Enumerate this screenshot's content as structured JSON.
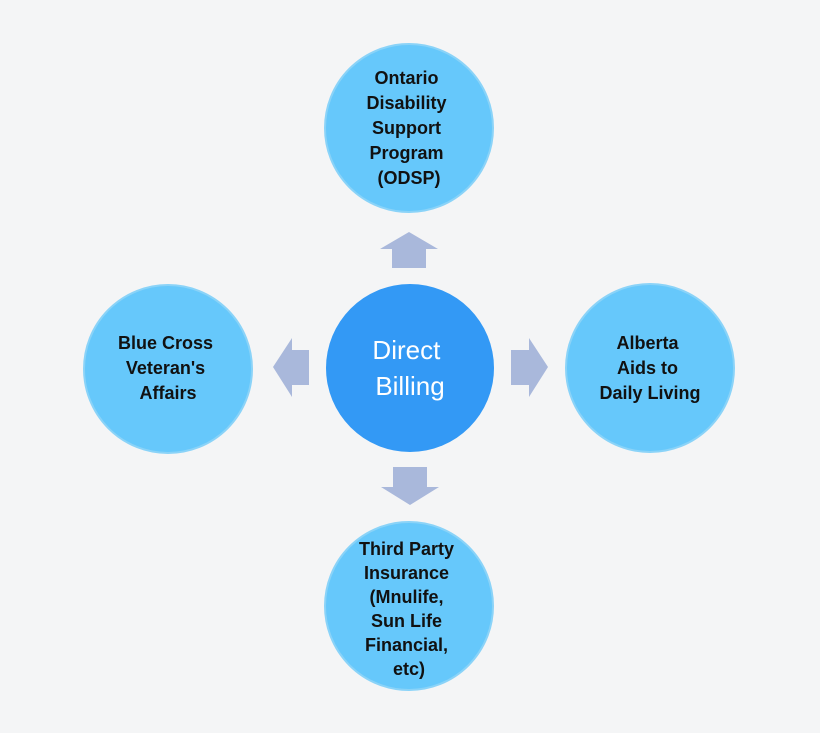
{
  "colors": {
    "background": "#f4f5f6",
    "center_fill": "#3399f5",
    "center_text": "#ffffff",
    "outer_fill": "#66c8fb",
    "outer_stroke": "#8ad3f8",
    "outer_text": "#111111",
    "arrow_fill": "#a9b8db"
  },
  "center": {
    "lines": [
      "Direct",
      "Billing"
    ]
  },
  "nodes": {
    "top": {
      "lines": [
        "Ontario",
        "Disability",
        "Support",
        "Program",
        "(ODSP)"
      ]
    },
    "left": {
      "lines": [
        "Blue Cross",
        "Veteran's",
        "Affairs"
      ]
    },
    "right": {
      "lines": [
        "Alberta",
        "Aids to",
        "Daily Living"
      ]
    },
    "bottom": {
      "lines": [
        "Third Party",
        "Insurance",
        "(Mnulife,",
        "Sun Life",
        "Financial,",
        "etc)"
      ]
    }
  }
}
